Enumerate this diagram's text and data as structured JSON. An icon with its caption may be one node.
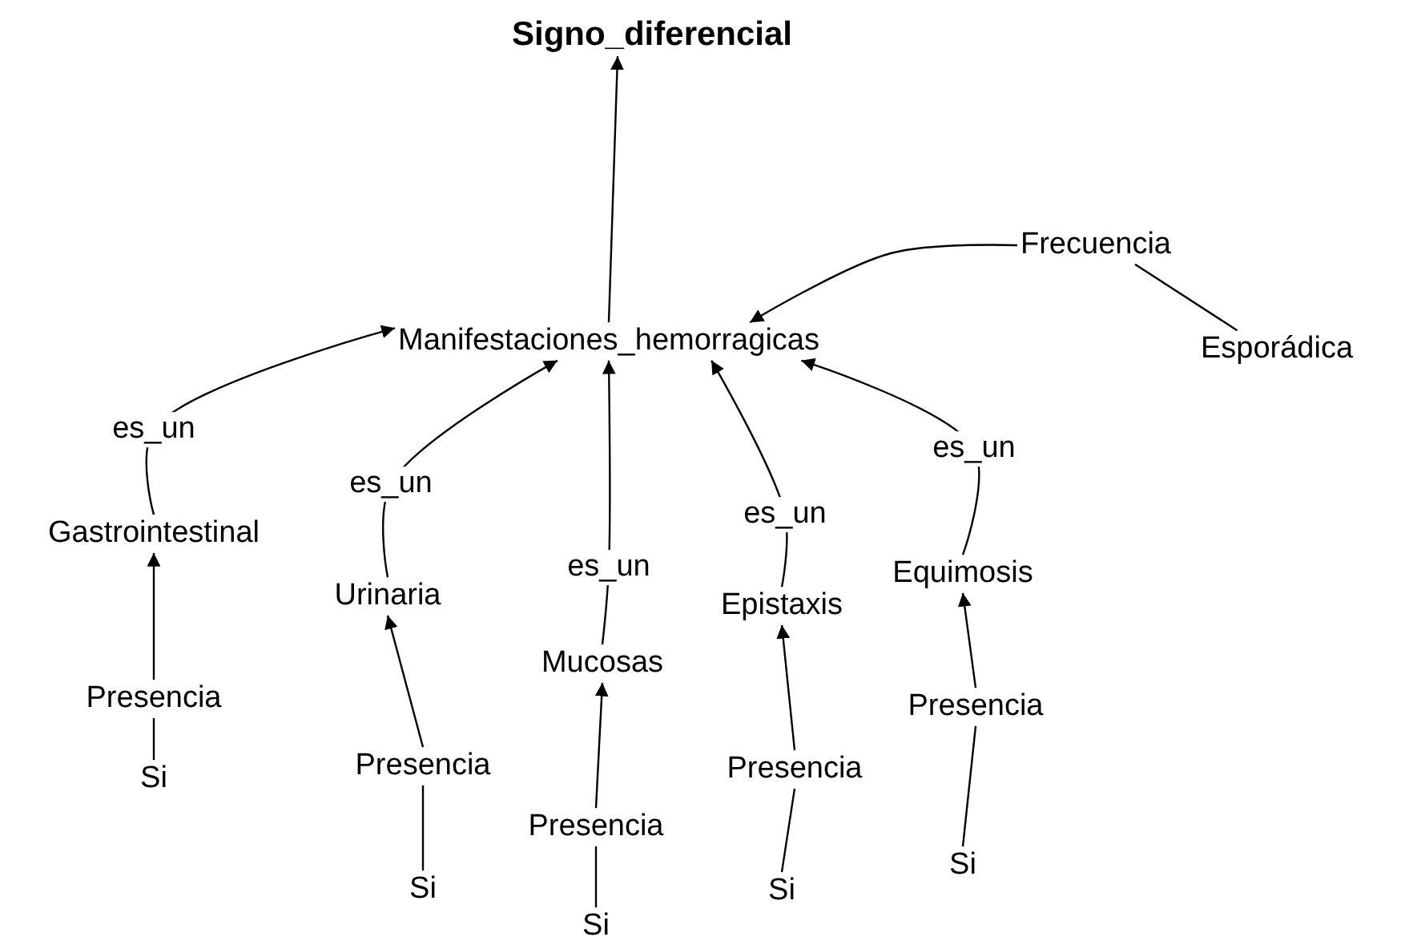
{
  "diagram": {
    "nodes": [
      {
        "text": [
          "Signo_diferencial"
        ]
      },
      {
        "text": [
          "Manifestaciones_hemorragicas"
        ]
      },
      {
        "text": [
          "Frecuencia"
        ]
      },
      {
        "text": [
          "Esporádica"
        ]
      },
      {
        "text": [
          "Gastrointestinal"
        ]
      },
      {
        "text": [
          "Urinaria"
        ]
      },
      {
        "text": [
          "Mucosas"
        ]
      },
      {
        "text": [
          "Epistaxis"
        ]
      },
      {
        "text": [
          "Equimosis"
        ]
      },
      {
        "text": [
          "Presencia"
        ]
      },
      {
        "text": [
          "Presencia"
        ]
      },
      {
        "text": [
          "Presencia"
        ]
      },
      {
        "text": [
          "Presencia"
        ]
      },
      {
        "text": [
          "Presencia"
        ]
      },
      {
        "text": [
          "Si"
        ]
      },
      {
        "text": [
          "Si"
        ]
      },
      {
        "text": [
          "Si"
        ]
      },
      {
        "text": [
          "Si"
        ]
      },
      {
        "text": [
          "Si"
        ]
      }
    ],
    "edges": [
      {
        "from": 1,
        "to": 0,
        "arrow": "to"
      },
      {
        "from": 2,
        "to": 1,
        "arrow": "to"
      },
      {
        "from": 2,
        "to": 3,
        "arrow": "none"
      },
      {
        "from": 4,
        "to": 1,
        "arrow": "to",
        "label": "es_un"
      },
      {
        "from": 5,
        "to": 1,
        "arrow": "to",
        "label": "es_un"
      },
      {
        "from": 6,
        "to": 1,
        "arrow": "to",
        "label": "es_un"
      },
      {
        "from": 7,
        "to": 1,
        "arrow": "to",
        "label": "es_un"
      },
      {
        "from": 8,
        "to": 1,
        "arrow": "to",
        "label": "es_un"
      },
      {
        "from": 9,
        "to": 4,
        "arrow": "to"
      },
      {
        "from": 10,
        "to": 5,
        "arrow": "to"
      },
      {
        "from": 11,
        "to": 6,
        "arrow": "to"
      },
      {
        "from": 12,
        "to": 7,
        "arrow": "to"
      },
      {
        "from": 13,
        "to": 8,
        "arrow": "to"
      },
      {
        "from": 14,
        "to": 9,
        "arrow": "none"
      },
      {
        "from": 15,
        "to": 10,
        "arrow": "none"
      },
      {
        "from": 16,
        "to": 11,
        "arrow": "none"
      },
      {
        "from": 17,
        "to": 12,
        "arrow": "none"
      },
      {
        "from": 18,
        "to": 13,
        "arrow": "none"
      }
    ]
  }
}
